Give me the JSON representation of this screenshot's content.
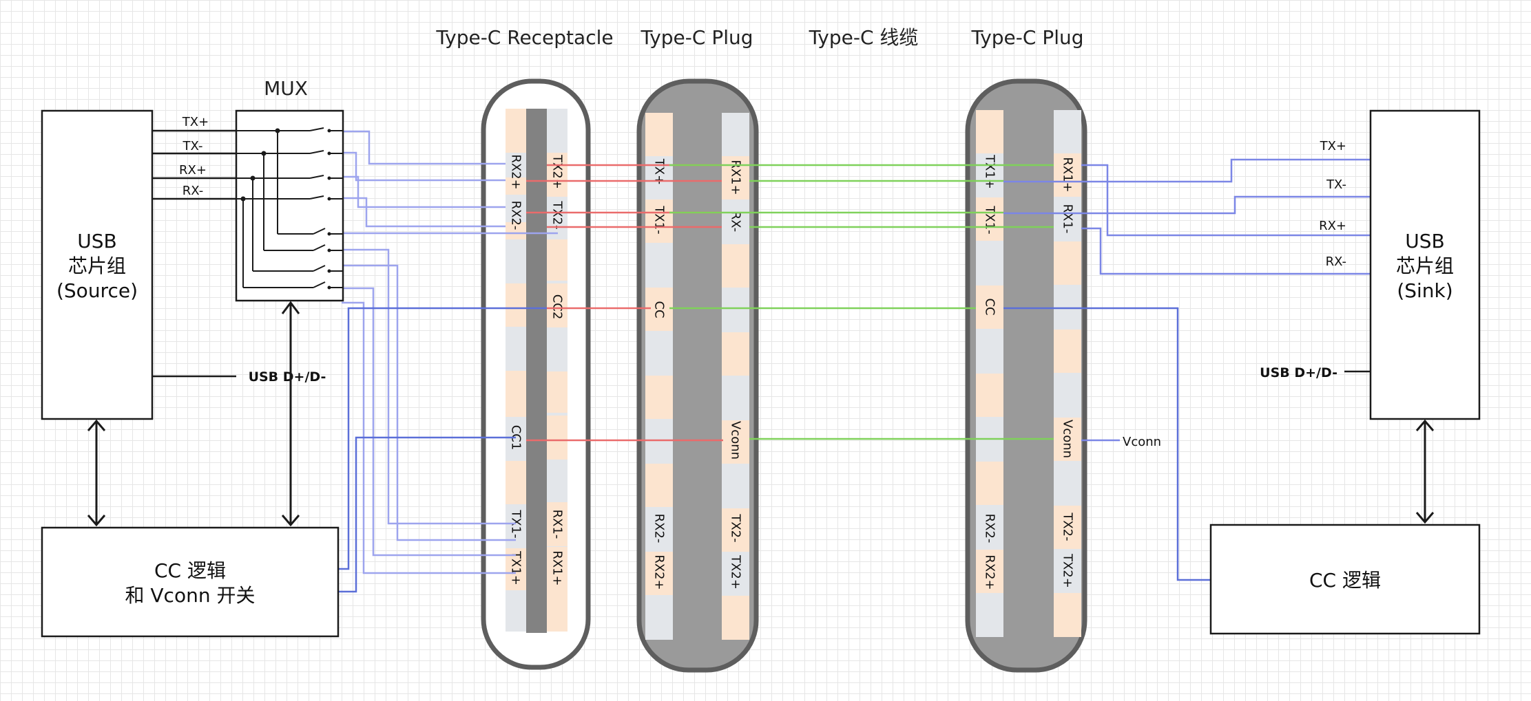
{
  "headers": {
    "receptacle": "Type-C Receptacle",
    "plug_left": "Type-C Plug",
    "cable": "Type-C 线缆",
    "plug_right": "Type-C Plug",
    "mux": "MUX"
  },
  "source_box": {
    "line1": "USB",
    "line2": "芯片组",
    "line3": "(Source)"
  },
  "sink_box": {
    "line1": "USB",
    "line2": "芯片组",
    "line3": "(Sink)"
  },
  "cc_left": {
    "line1": "CC 逻辑",
    "line2": "和 Vconn 开关"
  },
  "cc_right": {
    "line1": "CC 逻辑"
  },
  "source_wires": [
    "TX+",
    "TX-",
    "RX+",
    "RX-"
  ],
  "sink_wires": [
    "TX+",
    "TX-",
    "RX+",
    "RX-"
  ],
  "usb_dd_left": "USB D+/D-",
  "usb_dd_right": "USB D+/D-",
  "vconn_label": "Vconn",
  "pins": {
    "receptacle_a": [
      "RX2+",
      "RX2-",
      "CC1",
      "TX1-",
      "TX1+"
    ],
    "receptacle_b": [
      "TX2+",
      "TX2-",
      "CC2",
      "RX1-",
      "RX1+"
    ],
    "plug_left_a": [
      "TX+",
      "TX1-",
      "CC",
      "RX2-",
      "RX2+"
    ],
    "plug_left_b": [
      "RX1+",
      "RX-",
      "Vconn",
      "TX2-",
      "TX2+"
    ],
    "plug_right_a": [
      "TX1+",
      "TX1-",
      "CC",
      "RX2-",
      "RX2+"
    ],
    "plug_right_b": [
      "RX1+",
      "RX1-",
      "Vconn",
      "TX2-",
      "TX2+"
    ]
  },
  "colors": {
    "receptacle_wire": "#9da4ee",
    "cc_wire": "#5b6fd8",
    "red_wire": "#ea6b6b",
    "green_wire": "#7fd15a",
    "sink_wire": "#7b86e6",
    "pin_peach": "#fce4cf",
    "pin_gray": "#e3e6ea",
    "plug_fill": "#9a9a9a",
    "plug_border": "#5e5e5e"
  }
}
